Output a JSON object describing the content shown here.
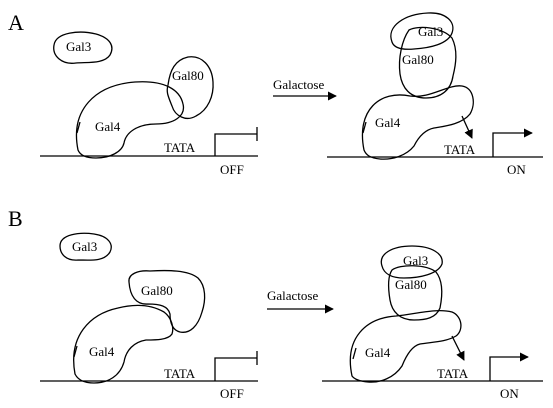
{
  "panels": {
    "a": {
      "letter": "A",
      "arrow_label": "Galactose",
      "left": {
        "gal3": "Gal3",
        "gal80": "Gal80",
        "gal4": "Gal4",
        "tata": "TATA",
        "state": "OFF"
      },
      "right": {
        "gal3": "Gal3",
        "gal80": "Gal80",
        "gal4": "Gal4",
        "tata": "TATA",
        "state": "ON"
      }
    },
    "b": {
      "letter": "B",
      "arrow_label": "Galactose",
      "left": {
        "gal3": "Gal3",
        "gal80": "Gal80",
        "gal4": "Gal4",
        "tata": "TATA",
        "state": "OFF"
      },
      "right": {
        "gal3": "Gal3",
        "gal80": "Gal80",
        "gal4": "Gal4",
        "tata": "TATA",
        "state": "ON"
      }
    }
  }
}
